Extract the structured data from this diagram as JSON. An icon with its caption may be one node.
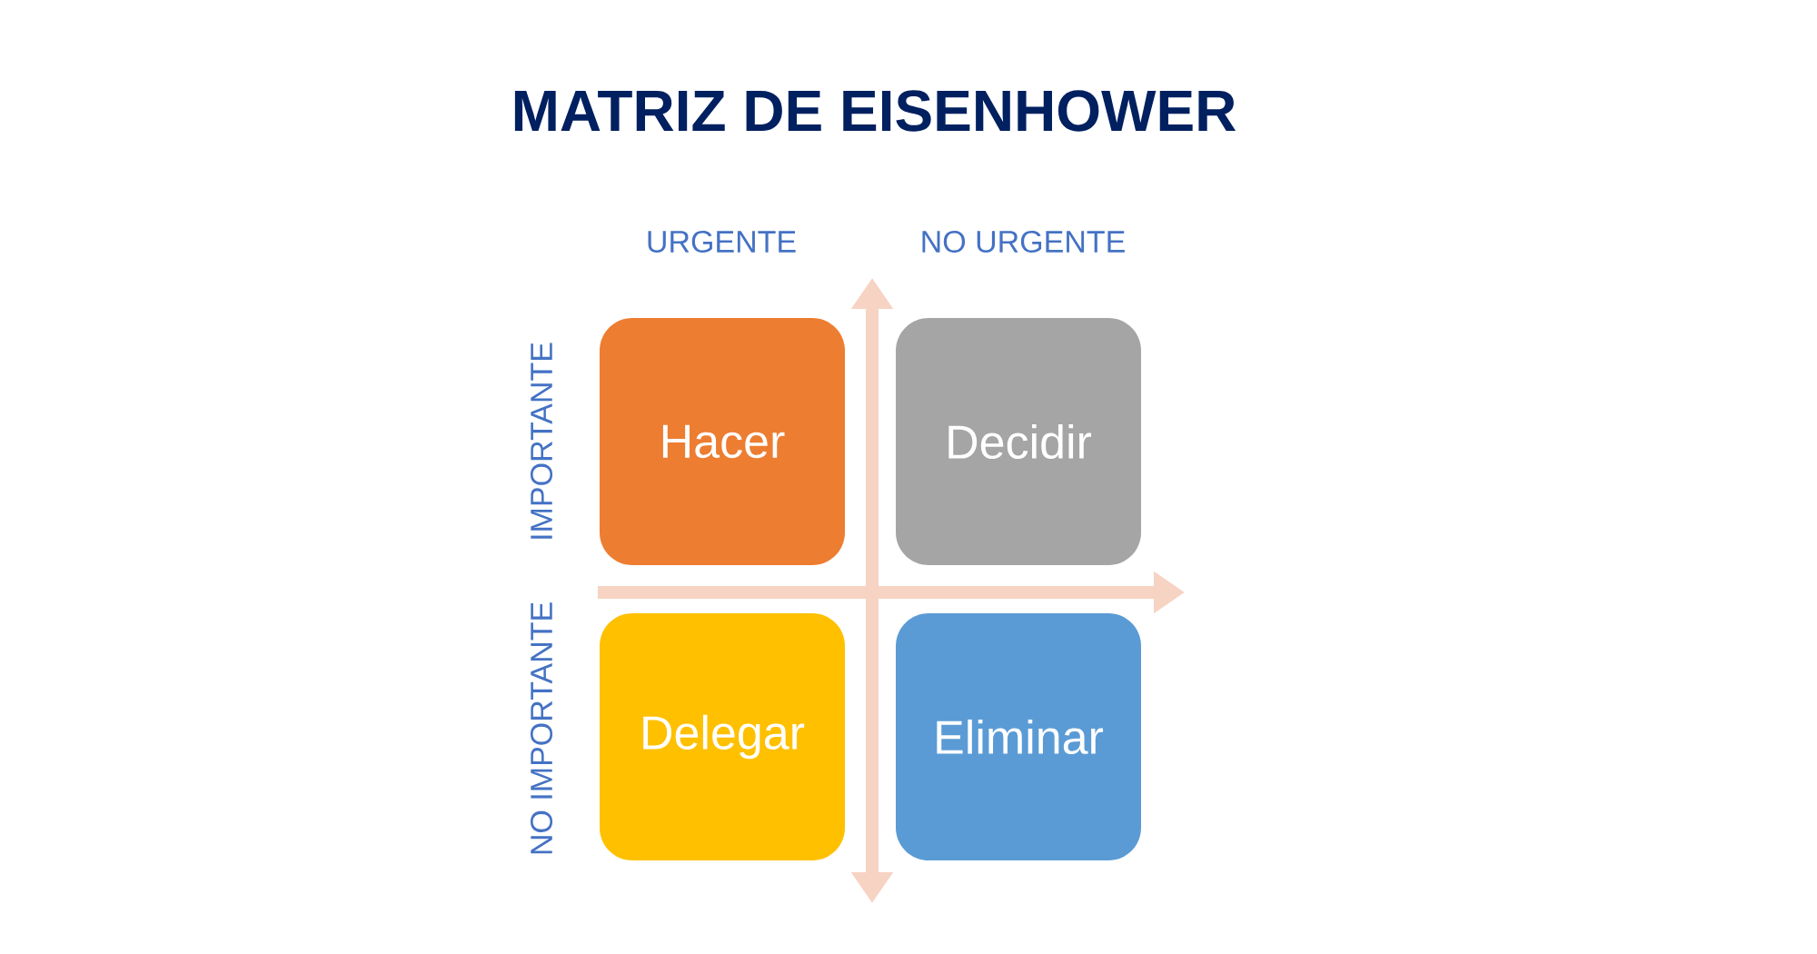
{
  "diagram": {
    "title": "MATRIZ DE EISENHOWER",
    "nodes": [
      {
        "text": [
          "Hacer"
        ]
      },
      {
        "text": [
          "Decidir"
        ]
      },
      {
        "text": [
          "Delegar"
        ]
      },
      {
        "text": [
          "Eliminar"
        ]
      }
    ],
    "labels": [
      "URGENTE",
      "NO URGENTE",
      "IMPORTANTE",
      "NO IMPORTANTE"
    ]
  }
}
